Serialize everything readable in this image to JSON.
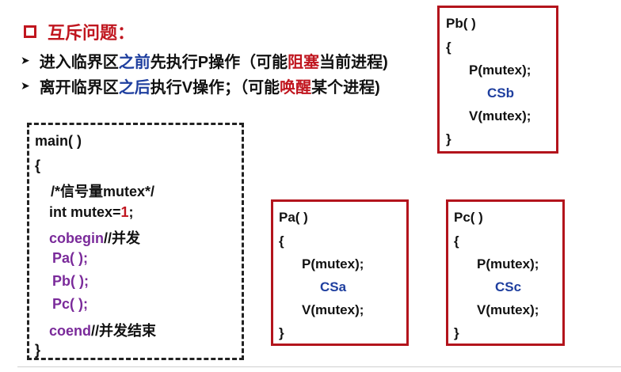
{
  "heading": {
    "title": "互斥问题："
  },
  "bullets": [
    {
      "p1": "进入临界区",
      "p2": "之前",
      "p3": "先执行P操作（可能",
      "p4": "阻塞",
      "p5": "当前进程)"
    },
    {
      "p1": "离开临界区",
      "p2": "之后",
      "p3": "执行V操作；（可能",
      "p4": "唤醒",
      "p5": "某个进程)"
    }
  ],
  "main_block": {
    "header": "main( )",
    "open_brace": "{",
    "comment": "/*信号量mutex*/",
    "decl_prefix": "int mutex=",
    "decl_value": "1",
    "decl_suffix": ";",
    "cobegin_kw": "cobegin",
    "cobegin_comment": "//并发",
    "call_pa": "Pa(  );",
    "call_pb": "Pb( );",
    "call_pc": "Pc( );",
    "coend_kw": "coend",
    "coend_comment": "//并发结束",
    "close_brace": "}"
  },
  "processes": {
    "pb": {
      "name": "Pb( )",
      "open": "{",
      "p_op": "P(mutex);",
      "cs": "CSb",
      "v_op": "V(mutex);",
      "close": "}"
    },
    "pa": {
      "name": "Pa( )",
      "open": "{",
      "p_op": "P(mutex);",
      "cs": "CSa",
      "v_op": "V(mutex);",
      "close": "}"
    },
    "pc": {
      "name": "Pc( )",
      "open": "{",
      "p_op": "P(mutex);",
      "cs": "CSc",
      "v_op": "V(mutex);",
      "close": "}"
    }
  },
  "colors": {
    "title_red": "#c0161f",
    "box_red": "#b3141c",
    "keyword_blue": "#1f3f9f",
    "call_purple": "#7a2a9a"
  }
}
